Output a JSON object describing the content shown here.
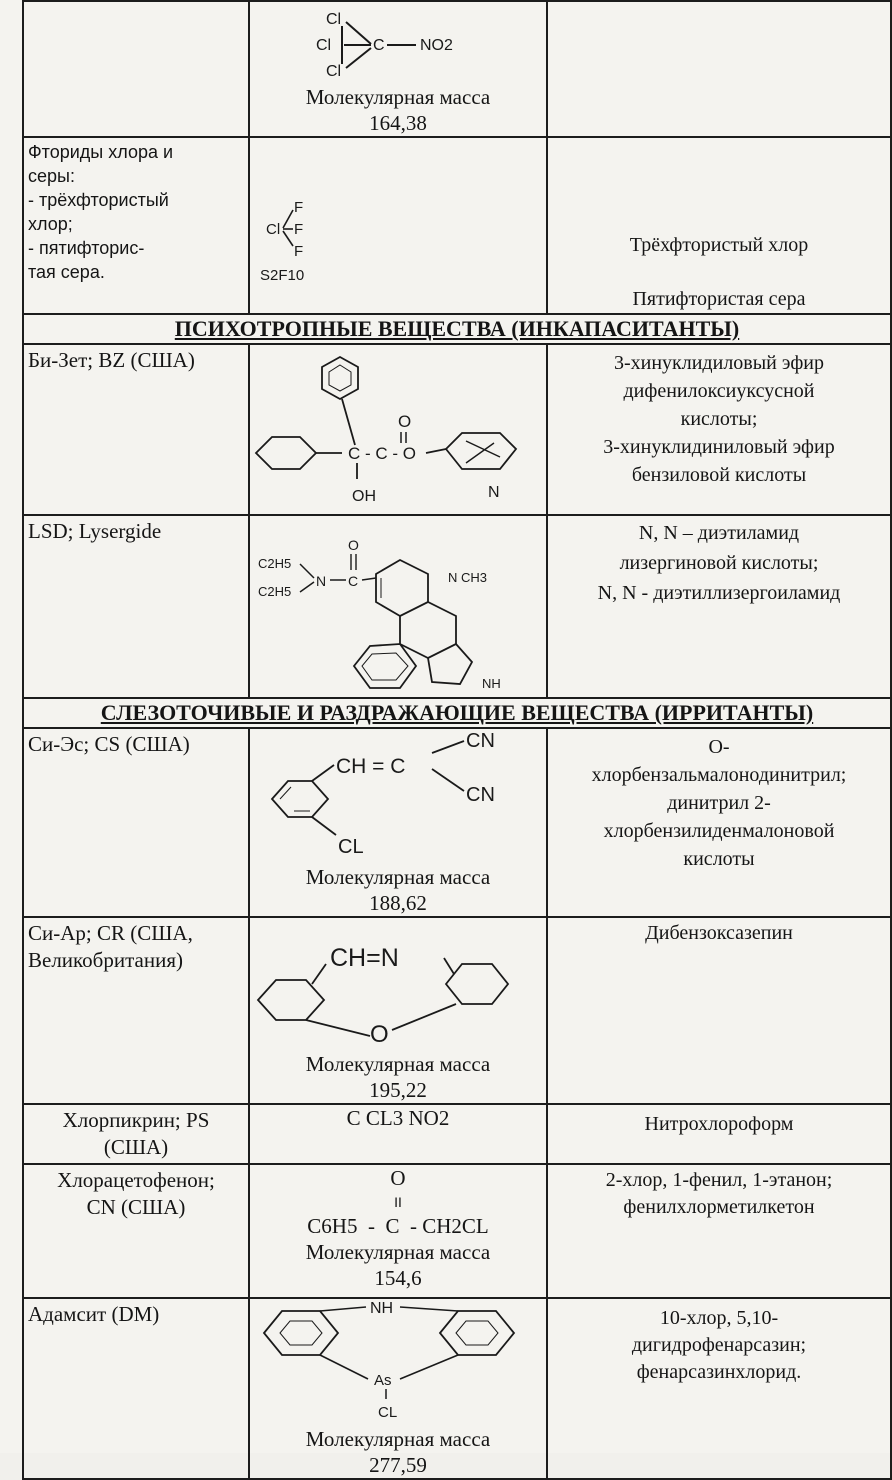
{
  "rows": {
    "chloropicrin_top": {
      "mass_label": "Молекулярная масса",
      "mass_value": "164,38",
      "atoms": {
        "cl_top": "Cl",
        "cl_mid": "Cl",
        "cl_bot": "Cl",
        "c": "C",
        "no2": "NO2"
      }
    },
    "fluorides": {
      "name_lines": [
        "Фториды хлора и",
        "серы:",
        "- трёхфтористый",
        "хлор;",
        "- пятифторис-",
        "тая сера."
      ],
      "formula_atoms": {
        "cl": "Cl",
        "f1": "F",
        "f2": "F",
        "f3": "F"
      },
      "formula_s2f10": "S2F10",
      "desc_1": "Трёхфтористый хлор",
      "desc_2": "Пятифтористая сера"
    },
    "section_psycho": "ПСИХОТРОПНЫЕ ВЕЩЕСТВА (ИНКАПАСИТАНТЫ)",
    "bz": {
      "name": "Би-Зет; BZ (США)",
      "atoms": {
        "o": "O",
        "chain": "C - C - O",
        "oh": "OH",
        "n": "N"
      },
      "desc_lines": [
        "3-хинуклидиловый эфир",
        "дифенилоксиуксусной",
        "кислоты;",
        "3-хинуклидиниловый эфир",
        "бензиловой кислоты"
      ]
    },
    "lsd": {
      "name": "LSD; Lysergide",
      "atoms": {
        "c2h5a": "C2H5",
        "c2h5b": "C2H5",
        "n": "N",
        "c": "C",
        "o": "O",
        "nch3": "N CH3",
        "nh": "NH"
      },
      "desc_lines": [
        "N, N – диэтиламид",
        "лизергиновой кислоты;",
        "N, N - диэтиллизергоиламид"
      ]
    },
    "section_irritants": "СЛЕЗОТОЧИВЫЕ И РАЗДРАЖАЮЩИЕ ВЕЩЕСТВА (ИРРИТАНТЫ)",
    "cs": {
      "name": "Си-Эс; CS (США)",
      "atoms": {
        "ch_eq_c": "CH = C",
        "cn1": "CN",
        "cn2": "CN",
        "cl": "CL"
      },
      "mass_label": "Молекулярная масса",
      "mass_value": "188,62",
      "desc_lines": [
        "O-",
        "хлорбензальмалонодинитрил;",
        "динитрил 2-",
        "хлорбензилиденмалоновой",
        "кислоты"
      ]
    },
    "cr": {
      "name_lines": [
        "Си-Ар; CR (США,",
        "Великобритания)"
      ],
      "atoms": {
        "ch_eq_n": "CH=N",
        "o": "O"
      },
      "mass_label": "Молекулярная масса",
      "mass_value": "195,22",
      "desc": "Дибензоксазепин"
    },
    "ps": {
      "name_lines": [
        "Хлорпикрин; PS",
        "(США)"
      ],
      "formula": "C CL3 NO2",
      "desc": "Нитрохлороформ"
    },
    "cn": {
      "name_lines": [
        "Хлорацетофенон;",
        "CN (США)"
      ],
      "formula_o": "O",
      "formula_bond": "II",
      "formula_main": "C6H5  -  C  - CH2CL",
      "mass_label": "Молекулярная масса",
      "mass_value": "154,6",
      "desc_lines": [
        "2-хлор, 1-фенил, 1-этанон;",
        "фенилхлорметилкетон"
      ]
    },
    "dm": {
      "name": "Адамсит (DM)",
      "atoms": {
        "nh": "NH",
        "as": "As",
        "cl": "CL"
      },
      "mass_label": "Молекулярная масса",
      "mass_value": "277,59",
      "desc_lines": [
        "10-хлор, 5,10-",
        "дигидрофенарсазин;",
        "фенарсазинхлорид."
      ]
    }
  }
}
